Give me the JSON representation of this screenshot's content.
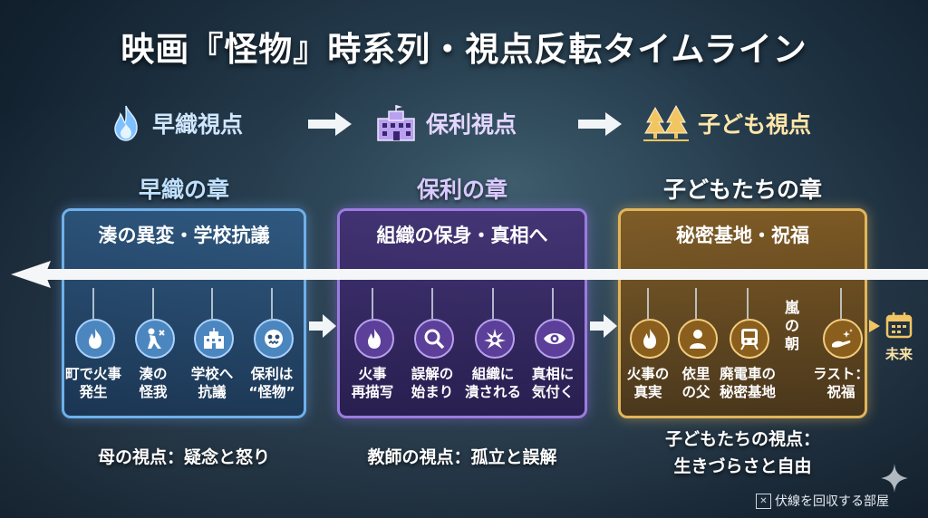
{
  "title": "映画『怪物』時系列・視点反転タイムライン",
  "perspectives": [
    {
      "label": "早織視点",
      "icon": "flame-icon"
    },
    {
      "label": "保利視点",
      "icon": "school-building-icon"
    },
    {
      "label": "子ども視点",
      "icon": "forest-trees-icon"
    }
  ],
  "chapters": [
    {
      "title": "早織の章",
      "headline": "湊の異変・学校抗議",
      "caption": "母の視点：疑念と怒り",
      "color": "#6fb0ea",
      "events": [
        {
          "icon": "fire-icon",
          "line1": "町で火事",
          "line2": "発生"
        },
        {
          "icon": "injury-icon",
          "line1": "湊の",
          "line2": "怪我"
        },
        {
          "icon": "school-icon",
          "line1": "学校へ",
          "line2": "抗議"
        },
        {
          "icon": "monster-icon",
          "line1": "保利は",
          "line2": "“怪物”"
        }
      ]
    },
    {
      "title": "保利の章",
      "headline": "組織の保身・真相へ",
      "caption": "教師の視点：孤立と誤解",
      "color": "#9c7ce0",
      "events": [
        {
          "icon": "fire-icon",
          "line1": "火事",
          "line2": "再描写"
        },
        {
          "icon": "magnifier-icon",
          "line1": "誤解の",
          "line2": "始まり"
        },
        {
          "icon": "crushed-icon",
          "line1": "組織に",
          "line2": "潰される"
        },
        {
          "icon": "eye-icon",
          "line1": "真相に",
          "line2": "気付く"
        }
      ]
    },
    {
      "title": "子どもたちの章",
      "headline": "秘密基地・祝福",
      "caption_line1": "子どもたちの視点：",
      "caption_line2": "生きづらさと自由",
      "color": "#e2b55a",
      "events": [
        {
          "icon": "fire-icon",
          "line1": "火事の",
          "line2": "真実"
        },
        {
          "icon": "person-icon",
          "line1": "依里",
          "line2": "の父"
        },
        {
          "icon": "train-icon",
          "line1": "廃電車の",
          "line2": "秘密基地"
        },
        {
          "icon": "blessing-hand-icon",
          "line1": "ラスト：",
          "line2": "祝福"
        }
      ],
      "storm_chars": [
        "嵐",
        "の",
        "朝"
      ]
    }
  ],
  "future": {
    "label": "未来",
    "icon": "calendar-icon"
  },
  "footer": {
    "text": "伏線を回収する部屋"
  }
}
